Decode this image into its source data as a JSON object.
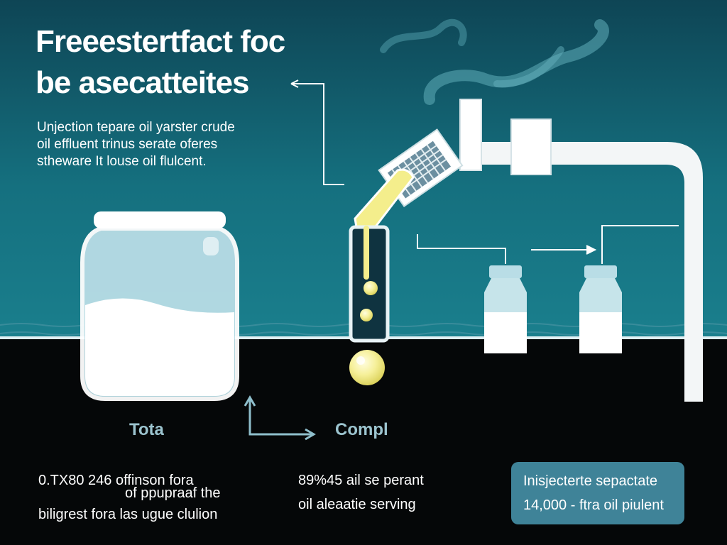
{
  "title": {
    "line1": "Freeestertfact foc",
    "line2": "be asecatteites"
  },
  "description": {
    "line1": "Unjection tepare oil yarster crude",
    "line2": "oil effluent trinus serate oferes",
    "line3": "stheware It louse oil flulcent."
  },
  "labels": {
    "left": "Tota",
    "middle": "Compl"
  },
  "stats": {
    "left": {
      "line1": "0.TX80 246 offinson fora",
      "line2": "of ppupraaf the",
      "line3": "biligrest fora las ugue clulion"
    },
    "middle": {
      "line1": "89%45 ail se perant",
      "line2": "oil aleaatie serving"
    },
    "highlight": {
      "line1": "Inisjecterte sepactate",
      "line2": "14,000 - ftra oil piulent"
    }
  },
  "colors": {
    "background_top": "#0f4f5e",
    "background_bottom": "#050708",
    "accent": "#3f8398",
    "label": "#9cc4cf",
    "oil": "#f4ee8c"
  },
  "icons": [
    "steam-icon",
    "pipe-icon",
    "filter-nozzle-icon",
    "jar-icon",
    "test-tube-icon",
    "oil-drop-icon",
    "bottle-icon",
    "arrow-icon"
  ]
}
